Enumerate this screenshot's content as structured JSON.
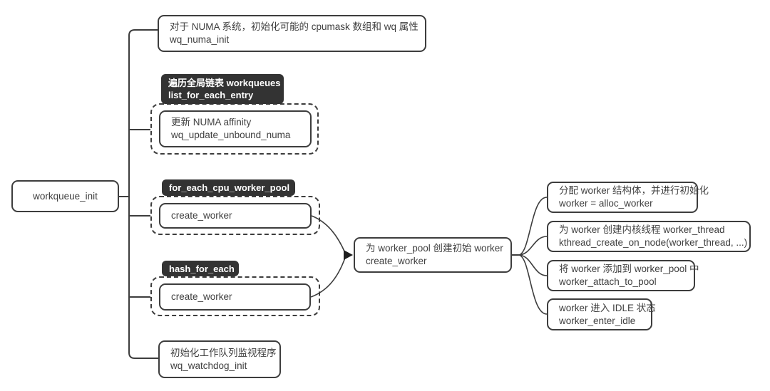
{
  "colors": {
    "background": "#ffffff",
    "node_border": "#3d3d3d",
    "text": "#3f3f3f",
    "group_label_bg": "#333333",
    "group_label_text": "#ffffff"
  },
  "diagram": {
    "root": {
      "label": "workqueue_init"
    },
    "branches": {
      "numa": {
        "desc": "对于 NUMA 系统，初始化可能的 cpumask 数组和 wq 属性",
        "func": "wq_numa_init"
      },
      "wq_loop": {
        "label_line1": "遍历全局链表 workqueues",
        "label_line2": "list_for_each_entry",
        "child": {
          "desc": "更新 NUMA affinity",
          "func": "wq_update_unbound_numa"
        }
      },
      "cpu_loop": {
        "label": "for_each_cpu_worker_pool",
        "child": {
          "func": "create_worker"
        }
      },
      "hash_loop": {
        "label": "hash_for_each",
        "child": {
          "func": "create_worker"
        }
      },
      "watchdog": {
        "desc": "初始化工作队列监视程序",
        "func": "wq_watchdog_init"
      }
    },
    "create_worker_node": {
      "desc": "为 worker_pool 创建初始 worker",
      "func": "create_worker"
    },
    "create_worker_steps": [
      {
        "desc": "分配 worker 结构体，并进行初始化",
        "func": "worker = alloc_worker"
      },
      {
        "desc": "为 worker 创建内核线程 worker_thread",
        "func": "kthread_create_on_node(worker_thread, ...)"
      },
      {
        "desc": "将 worker 添加到 worker_pool 中",
        "func": "worker_attach_to_pool"
      },
      {
        "desc": "worker 进入 IDLE 状态",
        "func": "worker_enter_idle"
      }
    ]
  }
}
